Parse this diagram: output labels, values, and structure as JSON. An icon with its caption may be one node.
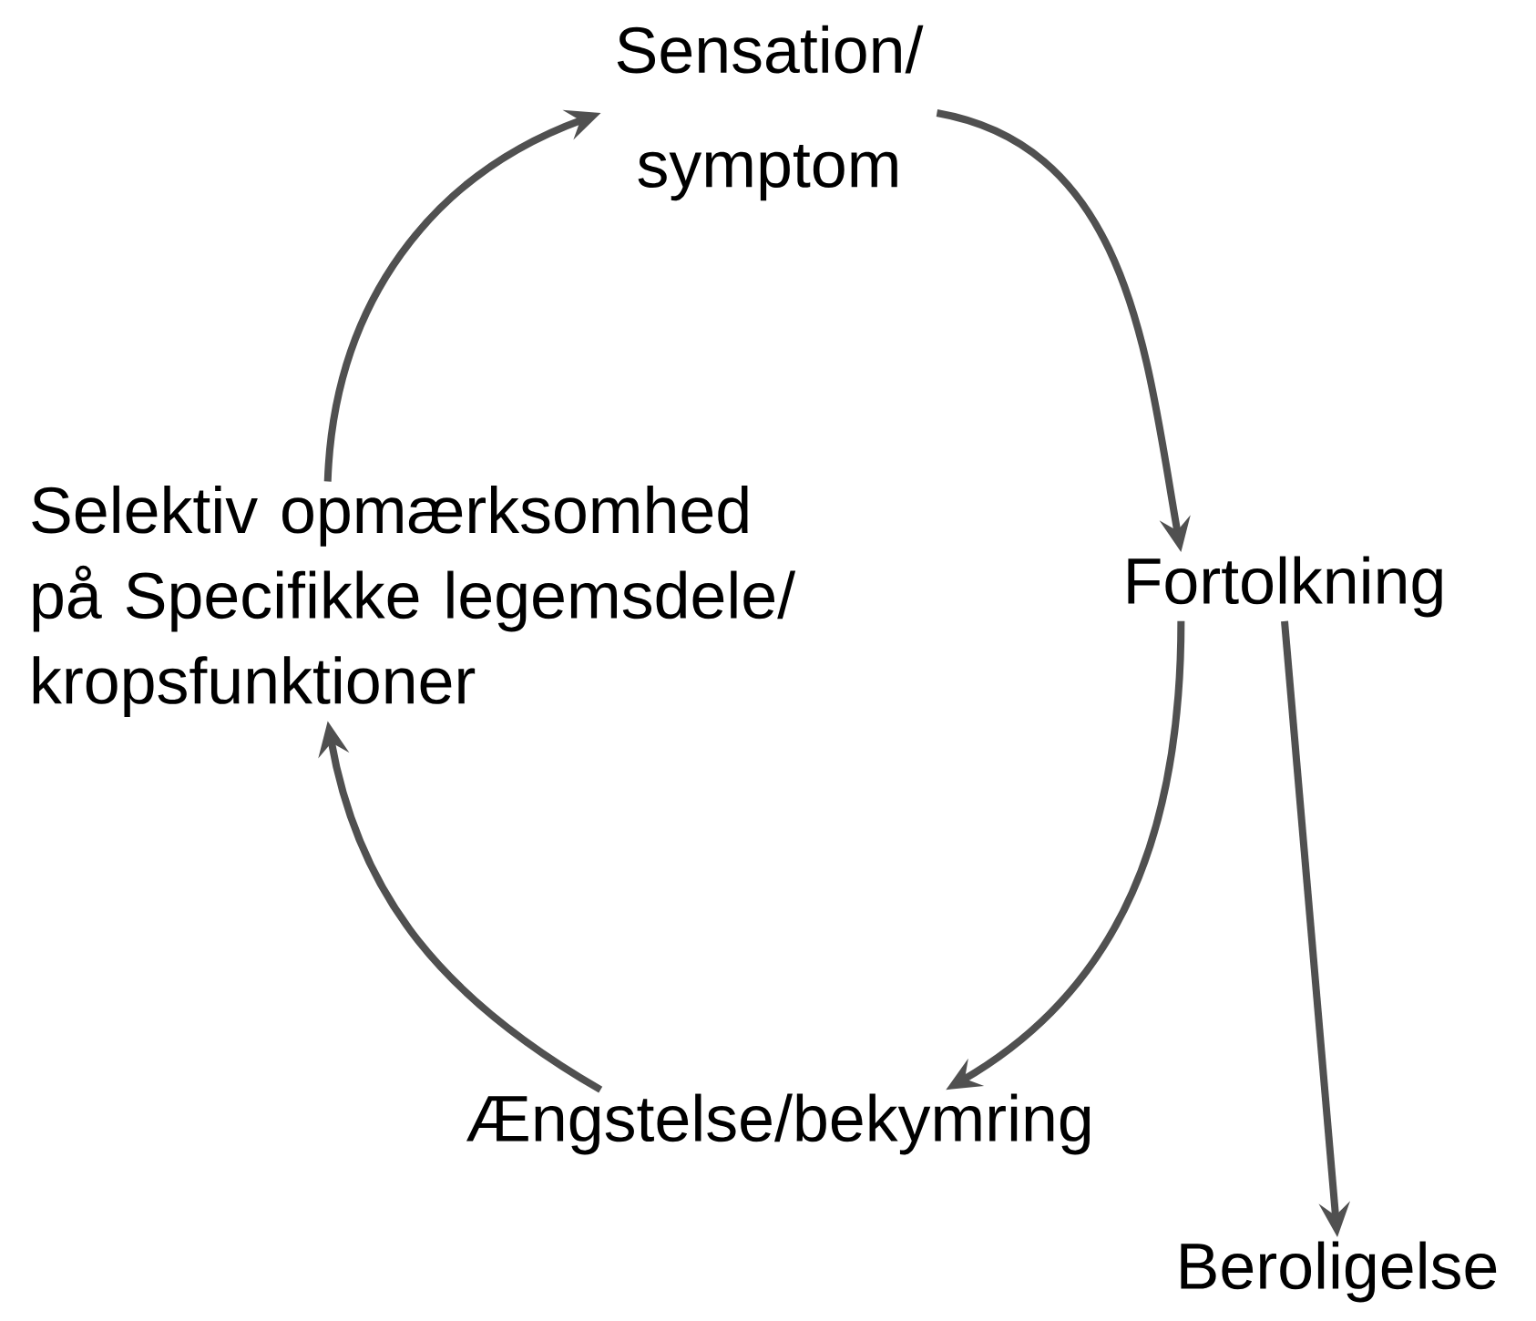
{
  "diagram": {
    "nodes": [
      {
        "text": [
          "Sensation/ symptom"
        ]
      },
      {
        "text": [
          "Fortolkning"
        ]
      },
      {
        "text": [
          "Ængstelse/bekymring"
        ]
      },
      {
        "text": [
          "Selektiv opmærksomhed på Specifikke legemsdele/ kropsfunktioner"
        ]
      },
      {
        "text": [
          "Beroligelse"
        ]
      }
    ],
    "edges": [
      {
        "from": 0,
        "to": 1,
        "arrow": "to"
      },
      {
        "from": 1,
        "to": 2,
        "arrow": "to"
      },
      {
        "from": 2,
        "to": 3,
        "arrow": "to"
      },
      {
        "from": 3,
        "to": 0,
        "arrow": "to"
      },
      {
        "from": 1,
        "to": 4,
        "arrow": "to"
      }
    ]
  }
}
